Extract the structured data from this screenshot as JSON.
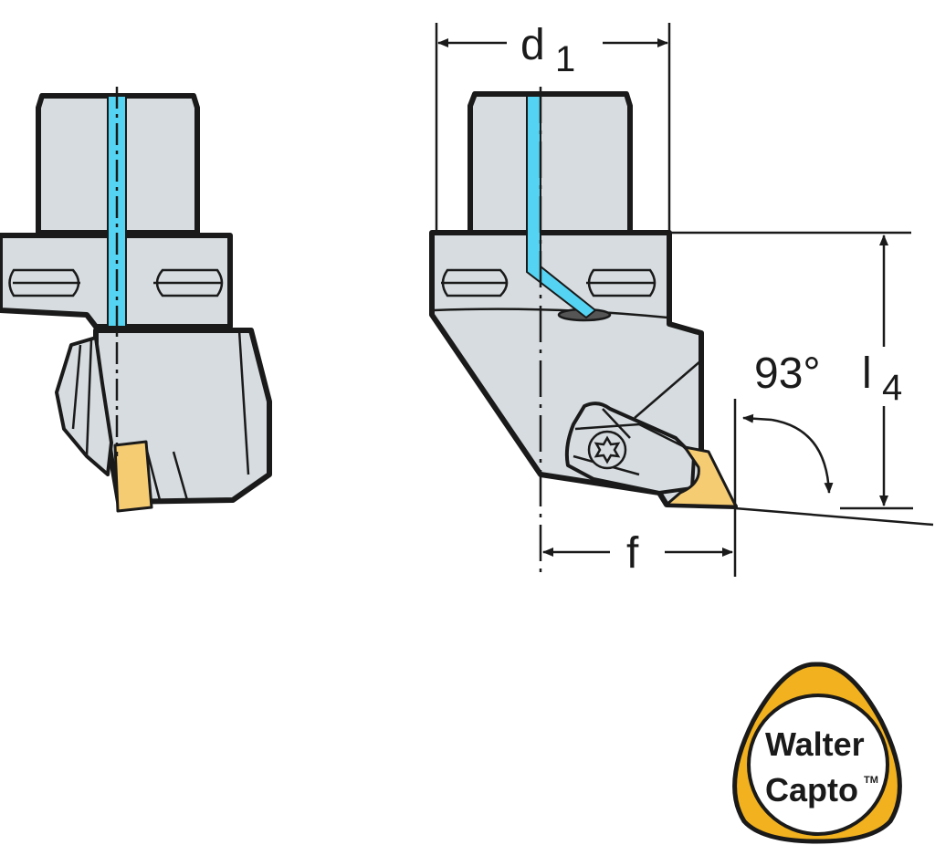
{
  "dimensions": {
    "d1_label": "d",
    "d1_sub": "1",
    "l4_label": "l",
    "l4_sub": "4",
    "f_label": "f",
    "angle_label": "93°"
  },
  "logo": {
    "line1": "Walter",
    "line2": "Capto",
    "trademark": "TM"
  },
  "colors": {
    "body": "#d6dcdf",
    "coolant": "#54d4f2",
    "insert": "#f6cc72",
    "logo_ring": "#f2b11e"
  }
}
